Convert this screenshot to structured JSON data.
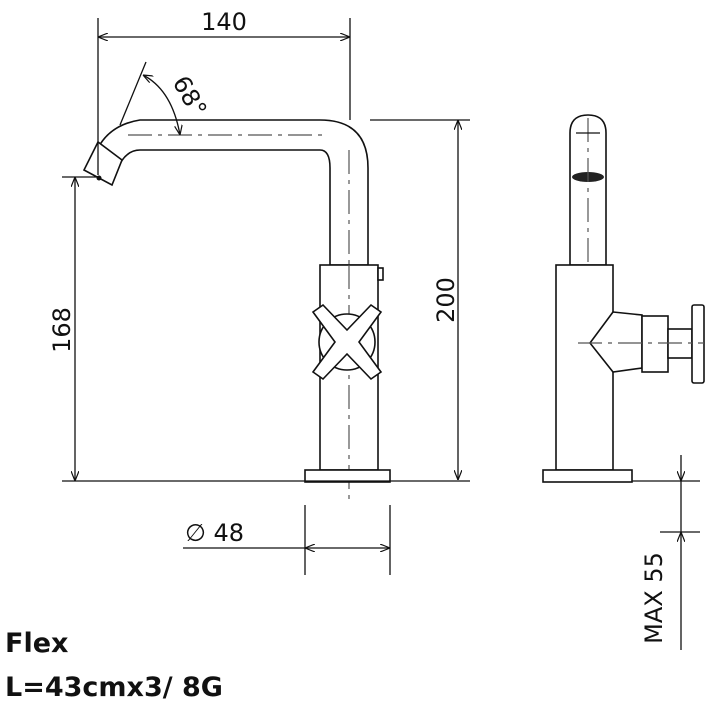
{
  "drawing": {
    "dimensions": {
      "width_top": "140",
      "angle": "68°",
      "height_total": "200",
      "height_spout": "168",
      "diameter_base": "∅ 48",
      "max_thickness": "MAX 55"
    }
  },
  "product": {
    "name": "Flex",
    "spec": "L=43cmx3/ 8G"
  }
}
